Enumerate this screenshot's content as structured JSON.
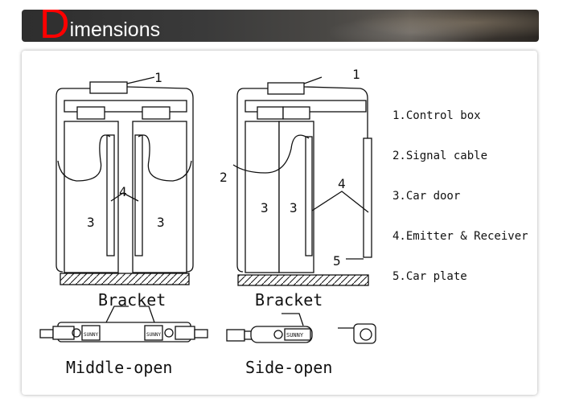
{
  "header": {
    "title_initial": "D",
    "title_rest": "imensions"
  },
  "diagram": {
    "middle_open": {
      "labels": {
        "control_box": "1",
        "emitter": "4",
        "door_left": "3",
        "door_right": "3"
      },
      "bracket_label": "Bracket",
      "caption": "Middle-open",
      "brand_left": "SUNNY",
      "brand_right": "SUNNY"
    },
    "side_open": {
      "labels": {
        "control_box": "1",
        "signal_cable": "2",
        "door_left": "3",
        "door_right": "3",
        "emitter": "4",
        "car_plate": "5"
      },
      "bracket_label": "Bracket",
      "caption": "Side-open",
      "brand": "SUNNY"
    },
    "legend": [
      "1.Control box",
      "2.Signal cable",
      "3.Car door",
      "4.Emitter & Receiver",
      "5.Car plate"
    ]
  }
}
